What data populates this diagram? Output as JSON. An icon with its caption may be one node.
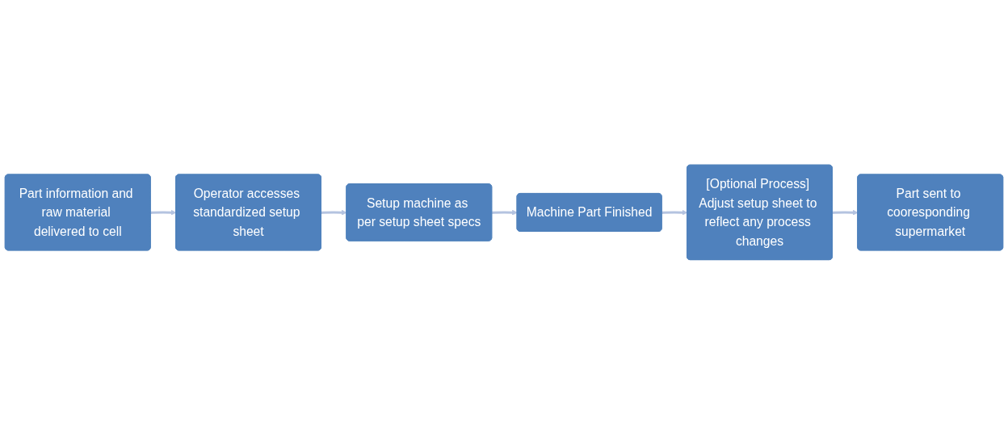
{
  "diagram": {
    "nodes": [
      {
        "text": [
          "Part information and raw material delivered to cell"
        ]
      },
      {
        "text": [
          "Operator accesses standardized setup sheet"
        ]
      },
      {
        "text": [
          "Setup machine as per setup sheet specs"
        ]
      },
      {
        "text": [
          "Machine Part Finished"
        ]
      },
      {
        "text": [
          "[Optional Process] Adjust setup sheet to reflect any process changes"
        ]
      },
      {
        "text": [
          "Part sent to cooresponding supermarket"
        ]
      }
    ],
    "edges": [
      {
        "from": 0,
        "to": 1,
        "arrow": "to"
      },
      {
        "from": 1,
        "to": 2,
        "arrow": "to"
      },
      {
        "from": 2,
        "to": 3,
        "arrow": "to"
      },
      {
        "from": 3,
        "to": 4,
        "arrow": "to"
      },
      {
        "from": 4,
        "to": 5,
        "arrow": "to"
      }
    ]
  }
}
